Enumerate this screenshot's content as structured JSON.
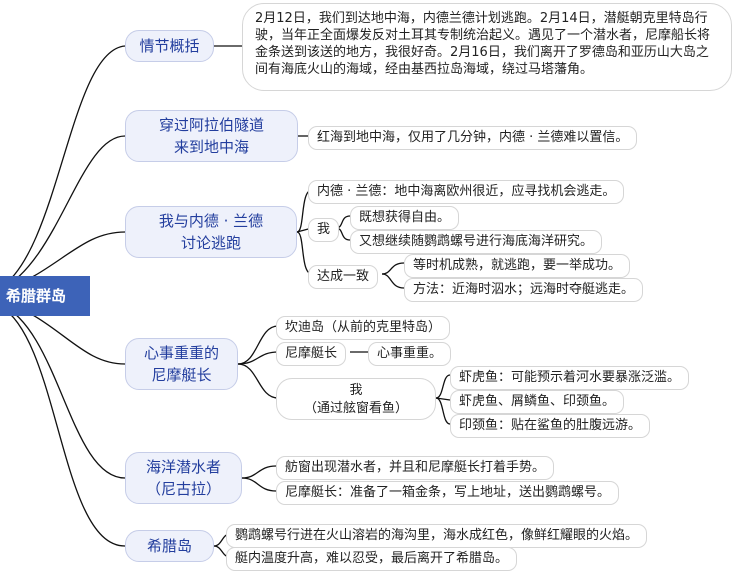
{
  "root": "希腊群岛",
  "topics": [
    {
      "lines": [
        "情节概括"
      ]
    },
    {
      "lines": [
        "穿过阿拉伯隧道",
        "来到地中海"
      ]
    },
    {
      "lines": [
        "我与内德 · 兰德",
        "讨论逃跑"
      ]
    },
    {
      "lines": [
        "心事重重的",
        "尼摩艇长"
      ]
    },
    {
      "lines": [
        "海洋潜水者",
        "（尼古拉）"
      ]
    },
    {
      "lines": [
        "希腊岛"
      ]
    }
  ],
  "plot_summary": "2月12日，我们到达地中海，内德兰德计划逃跑。2月14日，潜艇朝克里特岛行驶，当年正全面爆发反对土耳其专制统治起义。遇见了一个潜水者，尼摩船长将金条送到该送的地方，我很好奇。2月16日，我们离开了罗德岛和亚历山大岛之间有海底火山的海域，经由基西拉岛海域，绕过马塔藩角。",
  "tunnel": "红海到地中海，仅用了几分钟，内德 · 兰德难以置信。",
  "escape": {
    "ned": "内德 · 兰德：地中海离欧州很近，应寻找机会逃走。",
    "me_label": "我",
    "me_items": [
      "既想获得自由。",
      "又想继续随鹦鹉螺号进行海底海洋研究。"
    ],
    "agree_label": "达成一致",
    "agree_items": [
      "等时机成熟，就逃跑，要一举成功。",
      "方法：近海时泅水；远海时夺艇逃走。"
    ]
  },
  "captain": {
    "island": "坎迪岛（从前的克里特岛）",
    "nemo_label": "尼摩艇长",
    "nemo_item": "心事重重。",
    "window_label": [
      "我",
      "（通过舷窗看鱼）"
    ],
    "fish": [
      "虾虎鱼：可能预示着河水要暴涨泛滥。",
      "虾虎鱼、屑鳞鱼、印颈鱼。",
      "印颈鱼：贴在鲨鱼的肚腹远游。"
    ]
  },
  "diver": [
    "舫窗出现潜水者，并且和尼摩艇长打着手势。",
    "尼摩艇长：准备了一箱金条，写上地址，送出鹦鹉螺号。"
  ],
  "greek_island": [
    "鹦鹉螺号行进在火山溶岩的海沟里，海水成红色，像鲜红耀眼的火焰。",
    "艇内温度升高，难以忍受，最后离开了希腊岛。"
  ],
  "colors": {
    "root": "#3d63b8",
    "topic_fill": "#eef1fb",
    "topic_text": "#233e9e",
    "connector": "#111111"
  }
}
